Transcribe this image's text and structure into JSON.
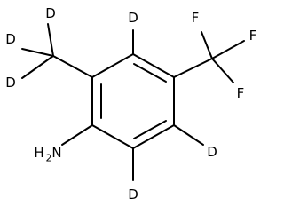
{
  "atoms": {
    "d_ring_top": "D",
    "f_right": "F",
    "f_top": "F",
    "f_bottom": "F",
    "d_methyl_top": "D",
    "d_methyl_left": "D",
    "d_methyl_bottom": "D",
    "d_ring_right": "D",
    "d_ring_bottom": "D",
    "amine_h": "H",
    "amine_sub": "2",
    "amine_n": "N"
  },
  "colors": {
    "bond": "#000000",
    "label": "#000000",
    "background": "#ffffff"
  }
}
